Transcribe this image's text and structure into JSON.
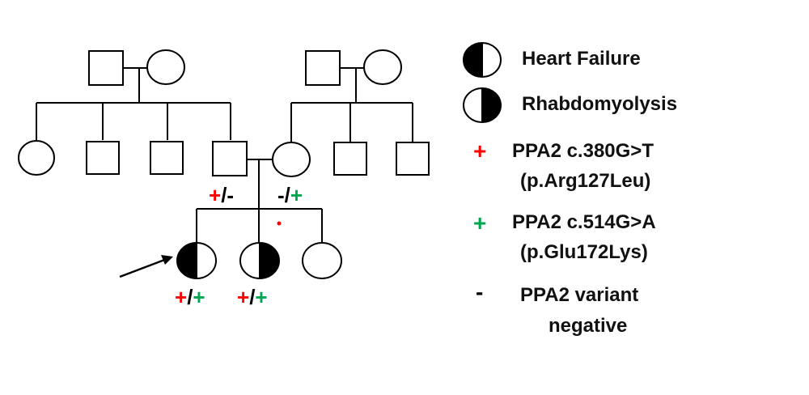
{
  "colors": {
    "red": "#ff0000",
    "green": "#00a550",
    "line": "#000000"
  },
  "pedigree": {
    "genotypes": {
      "father": {
        "left": "+",
        "sep": "/",
        "right": "-"
      },
      "mother": {
        "left": "-",
        "sep": "/",
        "right": "+"
      },
      "proband": {
        "left": "+",
        "sep": "/",
        "right": "+"
      },
      "sibling": {
        "left": "+",
        "sep": "/",
        "right": "+"
      }
    }
  },
  "legend": {
    "heart_failure": "Heart Failure",
    "rhabdomyolysis": "Rhabdomyolysis",
    "variant1_symbol": "+",
    "variant1_line1": "PPA2 c.380G>T",
    "variant1_line2": "(p.Arg127Leu)",
    "variant2_symbol": "+",
    "variant2_line1": "PPA2 c.514G>A",
    "variant2_line2": "(p.Glu172Lys)",
    "negative_symbol": "-",
    "negative_line1": "PPA2 variant",
    "negative_line2": "negative"
  }
}
